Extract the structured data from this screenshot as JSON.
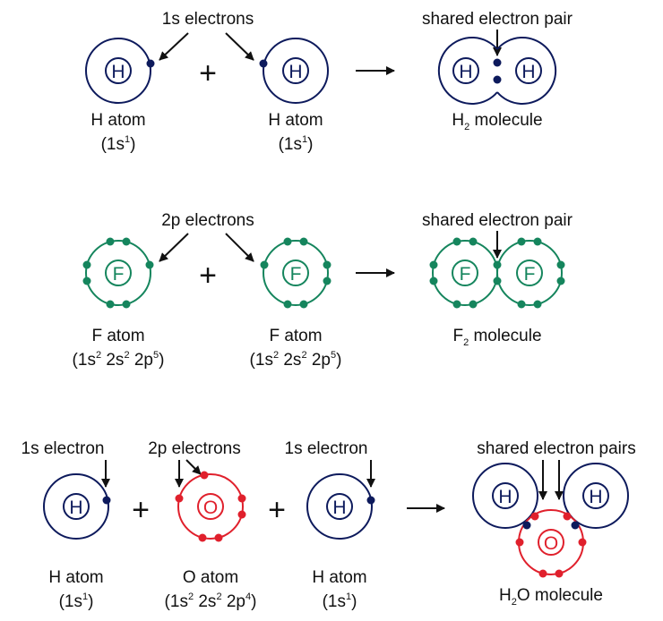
{
  "colors": {
    "hydrogen": "#0d1a5c",
    "fluorine": "#15855d",
    "oxygen": "#e0202c",
    "text": "#111111"
  },
  "symbols": {
    "hydrogen": "H",
    "fluorine": "F",
    "oxygen": "O"
  },
  "row1": {
    "callout": "1s electrons",
    "shared_callout": "shared electron pair",
    "left_name": "H atom",
    "left_config": {
      "open": "(1s",
      "sup": "1",
      "close": ")"
    },
    "right_name": "H atom",
    "right_config": {
      "open": "(1s",
      "sup": "1",
      "close": ")"
    },
    "product": {
      "pre": "H",
      "sub": "2",
      "post": " molecule"
    },
    "plus": "+"
  },
  "row2": {
    "callout": "2p electrons",
    "shared_callout": "shared electron pair",
    "left_name": "F atom",
    "left_config": {
      "a": "(1s",
      "a_sup": "2",
      "b": " 2s",
      "b_sup": "2",
      "c": " 2p",
      "c_sup": "5",
      "close": ")"
    },
    "right_name": "F atom",
    "right_config": {
      "a": "(1s",
      "a_sup": "2",
      "b": " 2s",
      "b_sup": "2",
      "c": " 2p",
      "c_sup": "5",
      "close": ")"
    },
    "product": {
      "pre": "F",
      "sub": "2",
      "post": " molecule"
    },
    "plus": "+"
  },
  "row3": {
    "callout_left": "1s electron",
    "callout_mid": "2p electrons",
    "callout_right": "1s electron",
    "shared_callout": "shared electron pairs",
    "left_name": "H atom",
    "left_config": {
      "open": "(1s",
      "sup": "1",
      "close": ")"
    },
    "mid_name": "O atom",
    "mid_config": {
      "a": "(1s",
      "a_sup": "2",
      "b": " 2s",
      "b_sup": "2",
      "c": " 2p",
      "c_sup": "4",
      "close": ")"
    },
    "right_name": "H atom",
    "right_config": {
      "open": "(1s",
      "sup": "1",
      "close": ")"
    },
    "product": {
      "pre": "H",
      "sub": "2",
      "post": "O molecule"
    },
    "plus": "+"
  }
}
